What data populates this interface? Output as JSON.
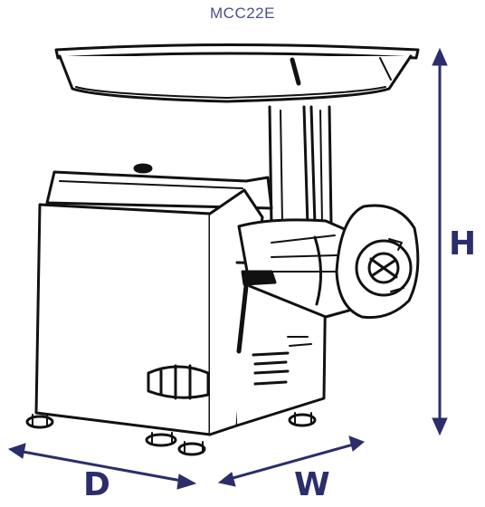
{
  "model": "MCC22E",
  "dimensions": {
    "height_label": "H",
    "depth_label": "D",
    "width_label": "W"
  },
  "colors": {
    "arrow": "#2b2e6b",
    "title": "#4a4f8c",
    "line_art": "#111111"
  }
}
